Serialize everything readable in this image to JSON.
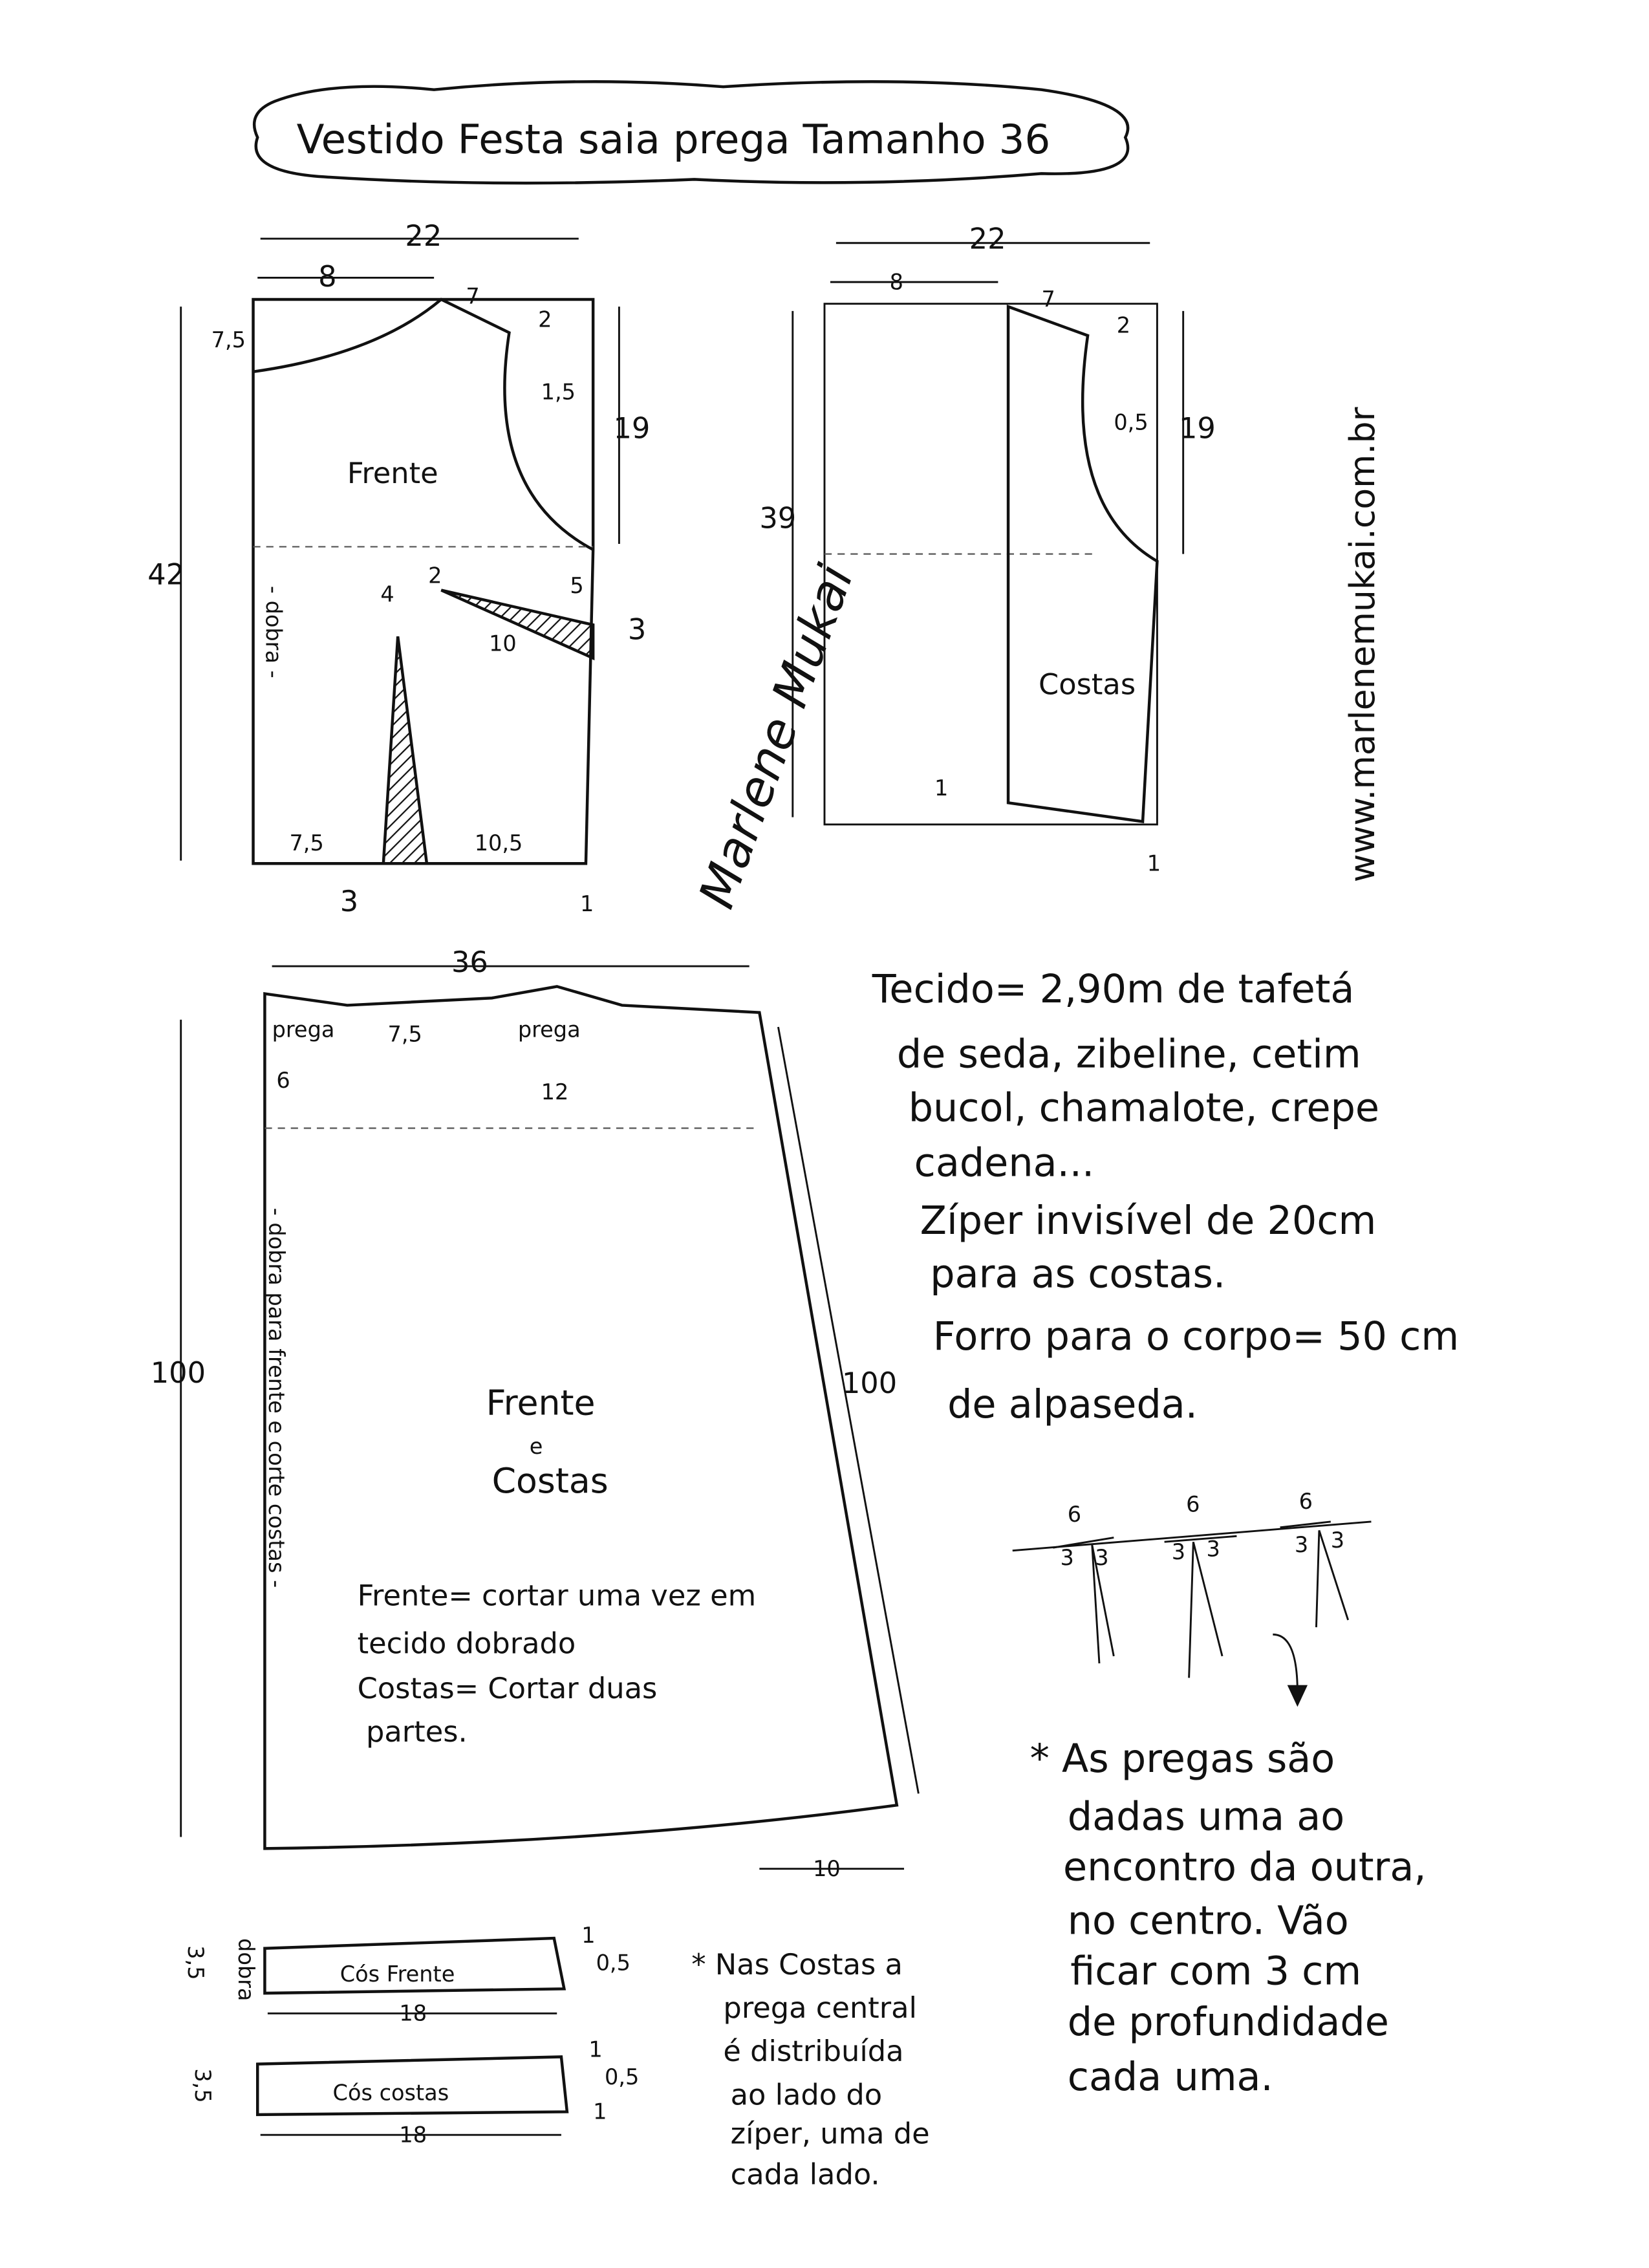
{
  "title": "Vestido Festa saia prega Tamanho 36",
  "watermark": "www.marlenemukai.com.br",
  "signature": "Marlene Mukai",
  "front_bodice": {
    "label": "Frente",
    "fold": "- dobra -",
    "width": "22",
    "neck_width": "8",
    "shoulder": "7",
    "shoulder_drop": "2",
    "neck_depth": "7,5",
    "armhole_offset": "1,5",
    "armhole_height": "19",
    "length": "42",
    "dart_height": "4",
    "dart_left": "7,5",
    "dart_right": "10,5",
    "dart_width": "3",
    "side_dart_top": "2",
    "side_dart_side": "5",
    "side_dart_length": "10",
    "side_dart_width": "3",
    "hem_drop": "1"
  },
  "back_bodice": {
    "label": "Costas",
    "width": "22",
    "neck_width": "8",
    "shoulder": "7",
    "shoulder_drop": "2",
    "armhole_offset": "0,5",
    "armhole_height": "19",
    "length": "39",
    "center_offset": "1",
    "hem_drop": "1"
  },
  "skirt": {
    "label_line1": "Frente",
    "label_line2": "e",
    "label_line3": "Costas",
    "width": "36",
    "pleat_label_1": "prega",
    "pleat_1": "6",
    "pleat_gap": "7,5",
    "pleat_label_2": "prega",
    "pleat_2": "12",
    "length": "100",
    "side_length": "100",
    "flare": "10",
    "fold": "- dobra para frente e corte costas -",
    "cut_lines": [
      "Frente= cortar uma vez em",
      "tecido dobrado",
      "Costas= Cortar duas",
      "partes."
    ]
  },
  "waistbands": [
    {
      "label": "Cós Frente",
      "height": "3,5",
      "fold": "dobra",
      "length": "18",
      "rise": "1",
      "offset": "0,5"
    },
    {
      "label": "Cós costas",
      "height": "3,5",
      "length": "18",
      "rise": "1",
      "offset": "0,5",
      "drop": "1"
    }
  ],
  "materials": [
    "Tecido= 2,90m de tafetá",
    "de seda, zibeline, cetim",
    "bucol, chamalote, crepe",
    "cadena...",
    "Zíper invisível de 20cm",
    "para as costas.",
    "Forro para o corpo= 50 cm",
    "de alpaseda."
  ],
  "pleat_diagram": {
    "width": "6",
    "half": "3"
  },
  "pleat_note": [
    "* As pregas são",
    "dadas uma ao",
    "encontro da outra,",
    "no centro. Vão",
    "ficar com 3 cm",
    "de profundidade",
    "cada uma."
  ],
  "back_note": [
    "* Nas Costas a",
    "prega central",
    "é distribuída",
    "ao lado do",
    "zíper, uma de",
    "cada lado."
  ]
}
